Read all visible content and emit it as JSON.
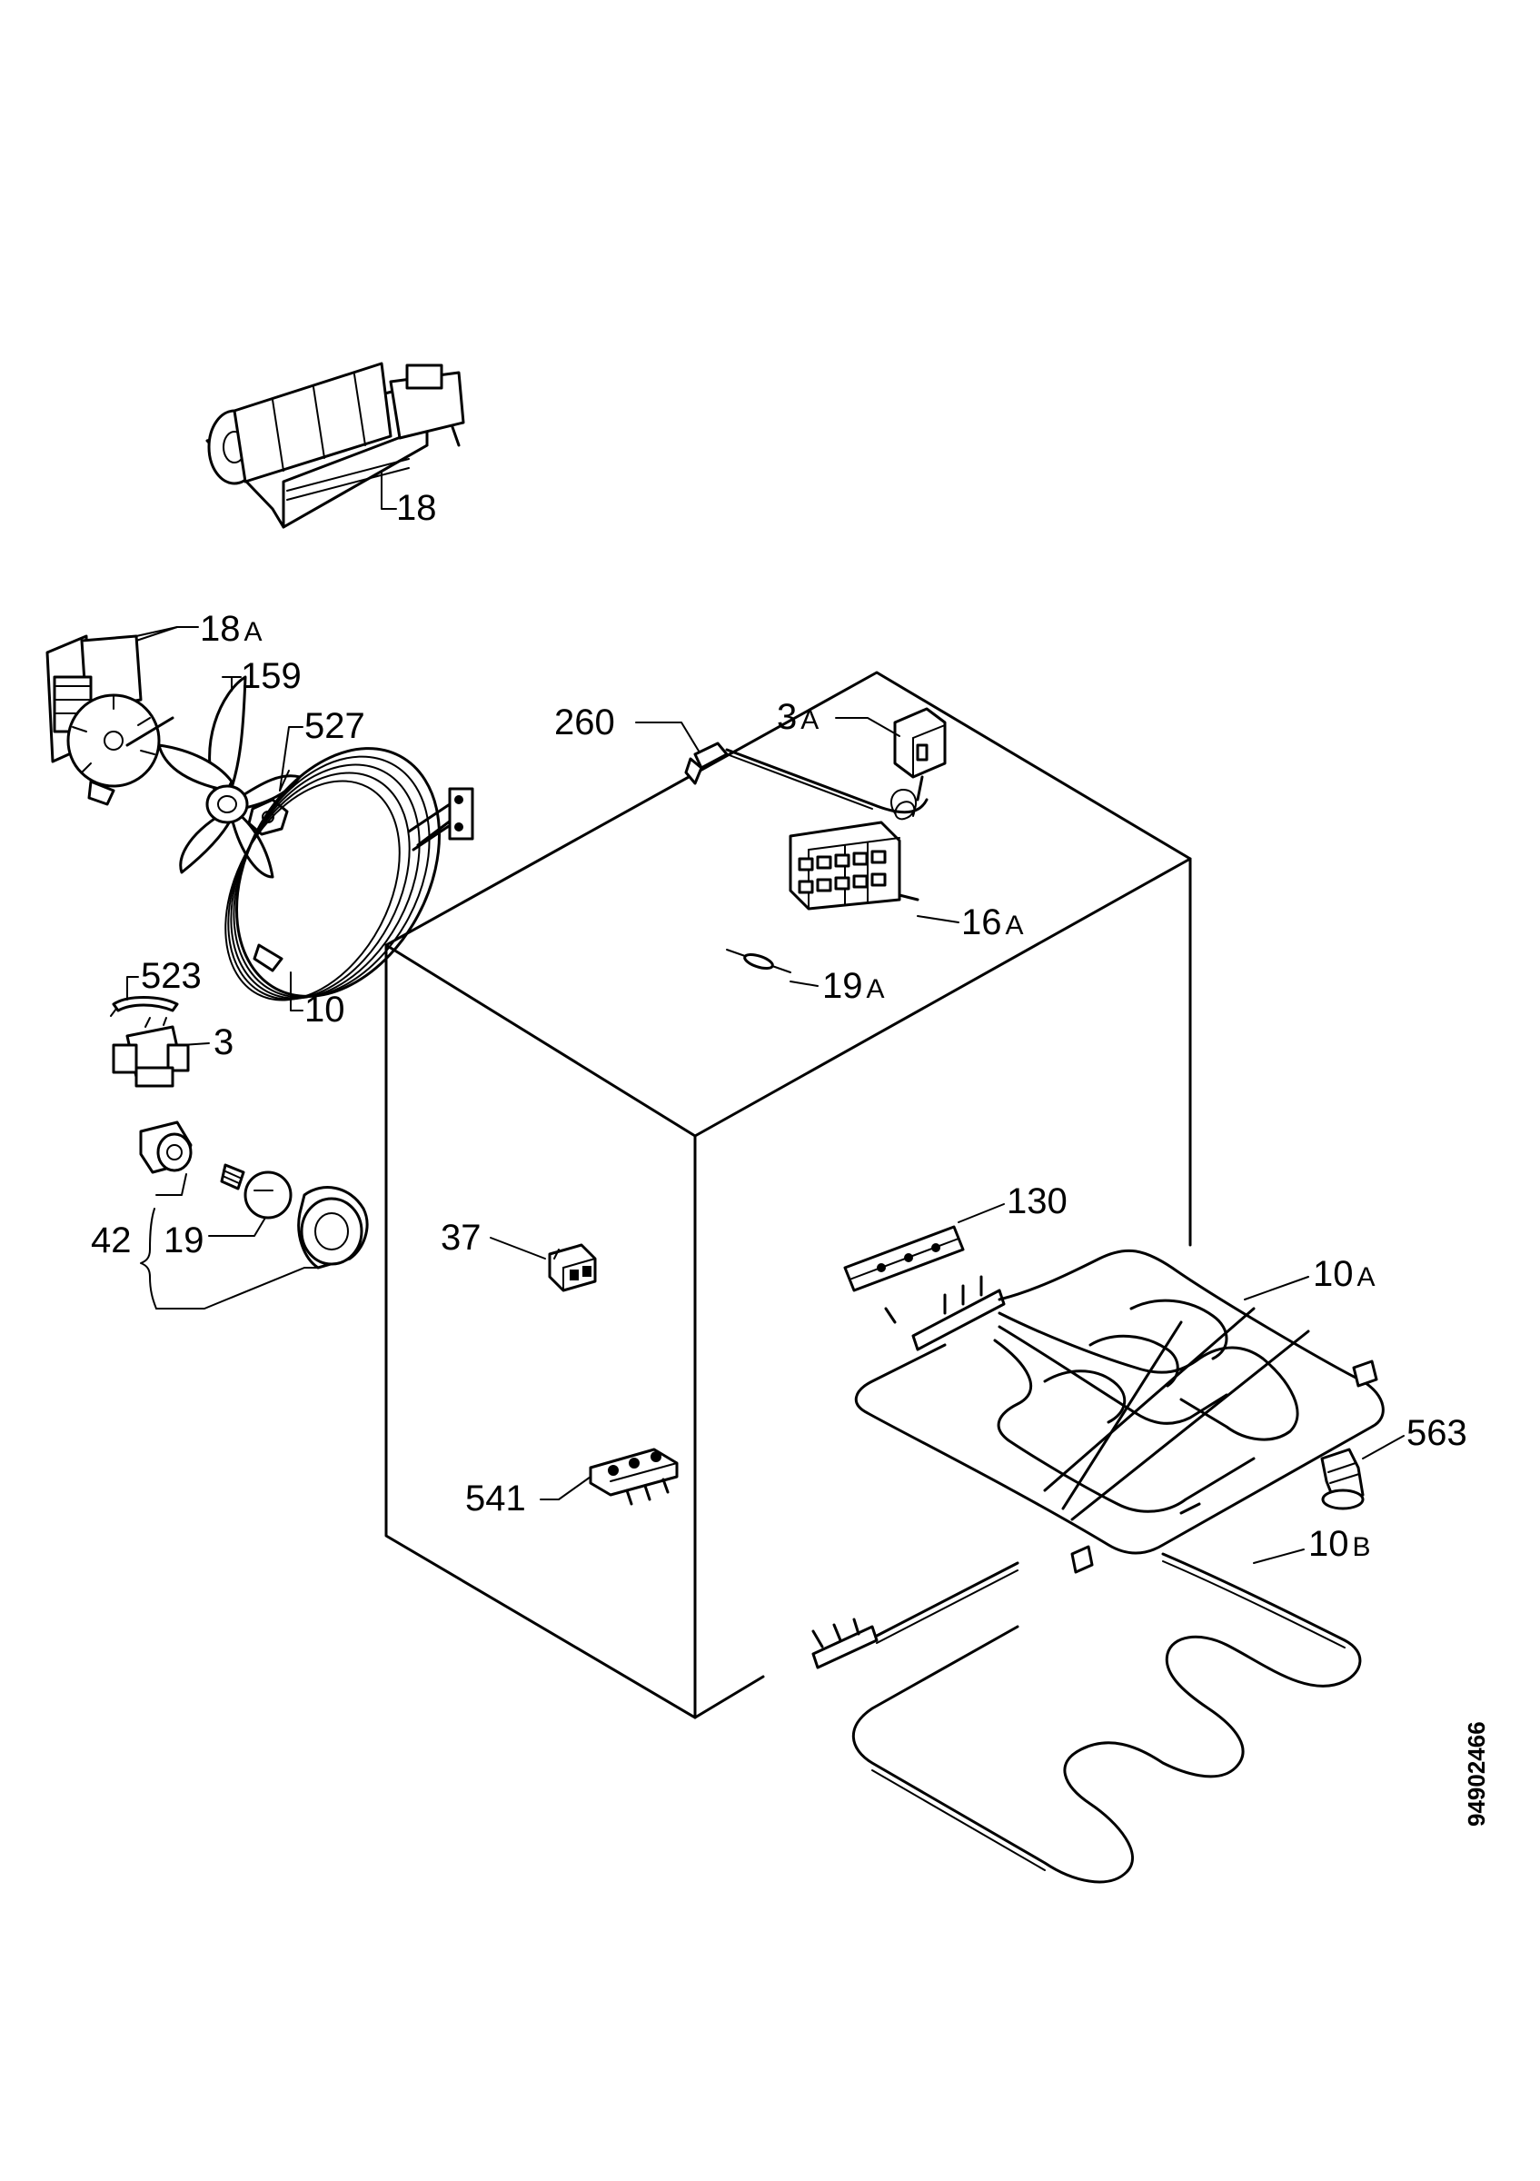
{
  "labels": {
    "fan_motor": "18",
    "fan_motor_a_num": "18",
    "fan_motor_a_suffix": "A",
    "fan_blade": "159",
    "nut": "527",
    "fan_element": "10",
    "clip": "523",
    "thermostat": "3",
    "lamp_group": "42",
    "lamp": "19",
    "probe": "260",
    "limiter_num": "3",
    "limiter_suffix": "A",
    "switch_num": "16",
    "switch_suffix": "A",
    "fuse_num": "19",
    "fuse_suffix": "A",
    "neon": "37",
    "terminal": "541",
    "bracket": "130",
    "grill_num": "10",
    "grill_suffix": "A",
    "bottom_num": "10",
    "bottom_suffix": "B",
    "bush": "563"
  },
  "document_number": "94902466"
}
